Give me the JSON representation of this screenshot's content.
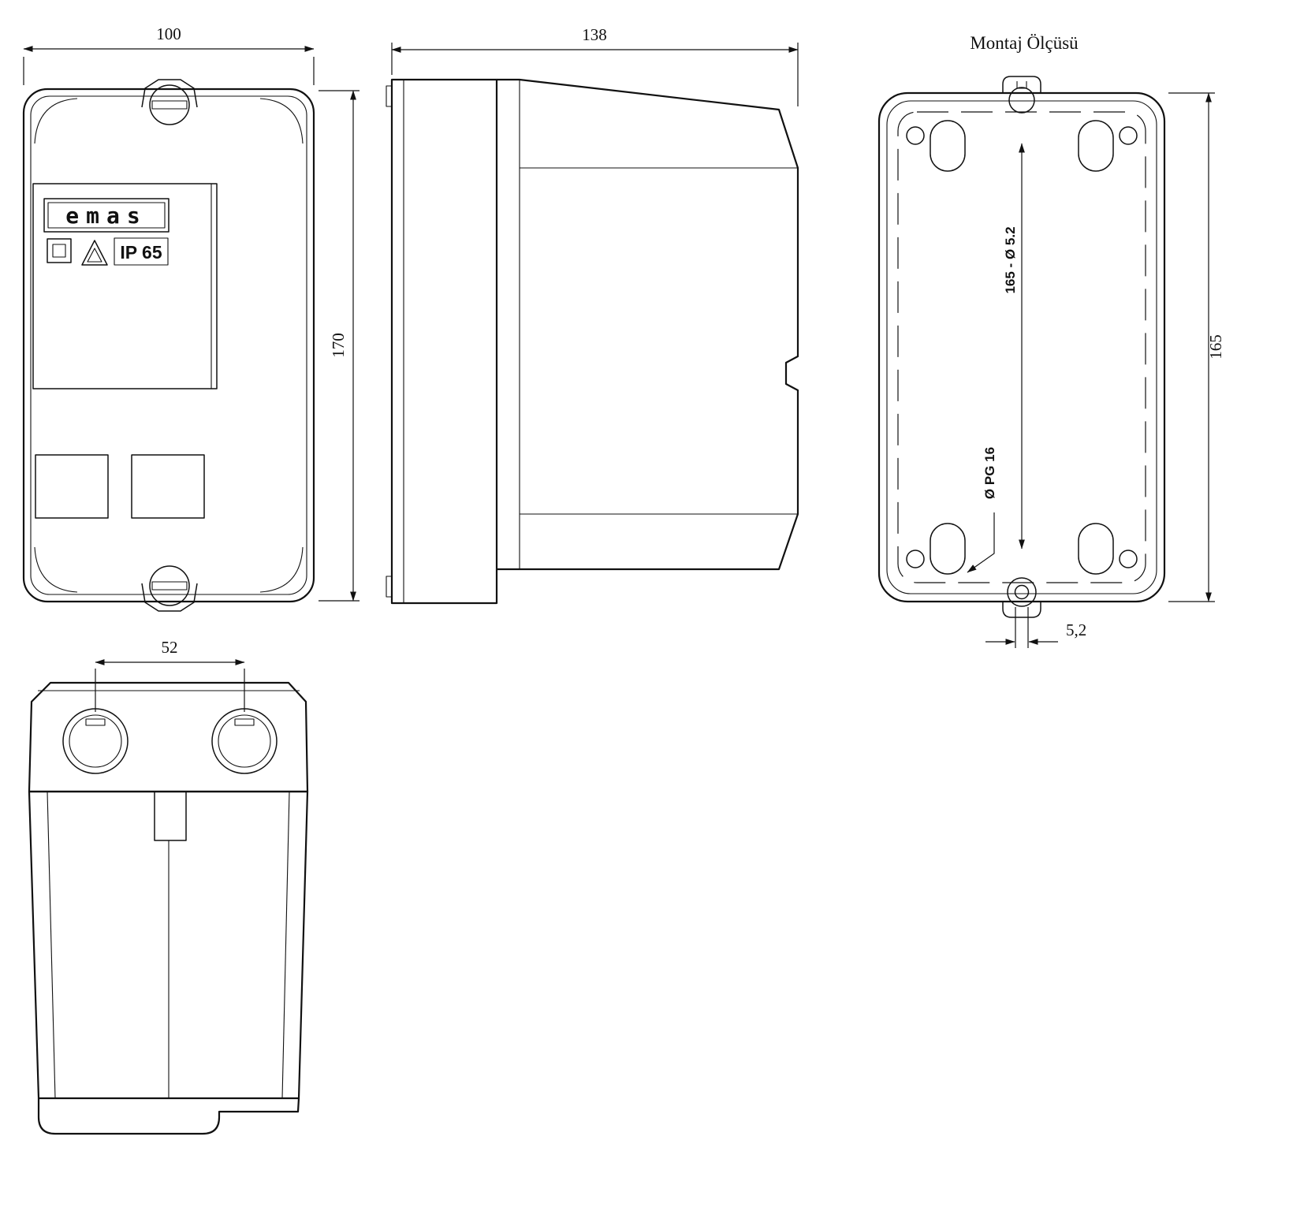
{
  "drawing": {
    "front_view": {
      "width": "100",
      "height": "170",
      "logo": "emas",
      "ip_rating": "IP 65"
    },
    "side_view": {
      "depth": "138"
    },
    "back_view": {
      "title": "Montaj Ölçüsü",
      "mounting_holes": "165 - Ø 5.2",
      "cable_gland": "Ø PG 16",
      "height": "165",
      "hole_diameter": "5,2"
    },
    "bottom_view": {
      "gland_spacing": "52"
    }
  }
}
